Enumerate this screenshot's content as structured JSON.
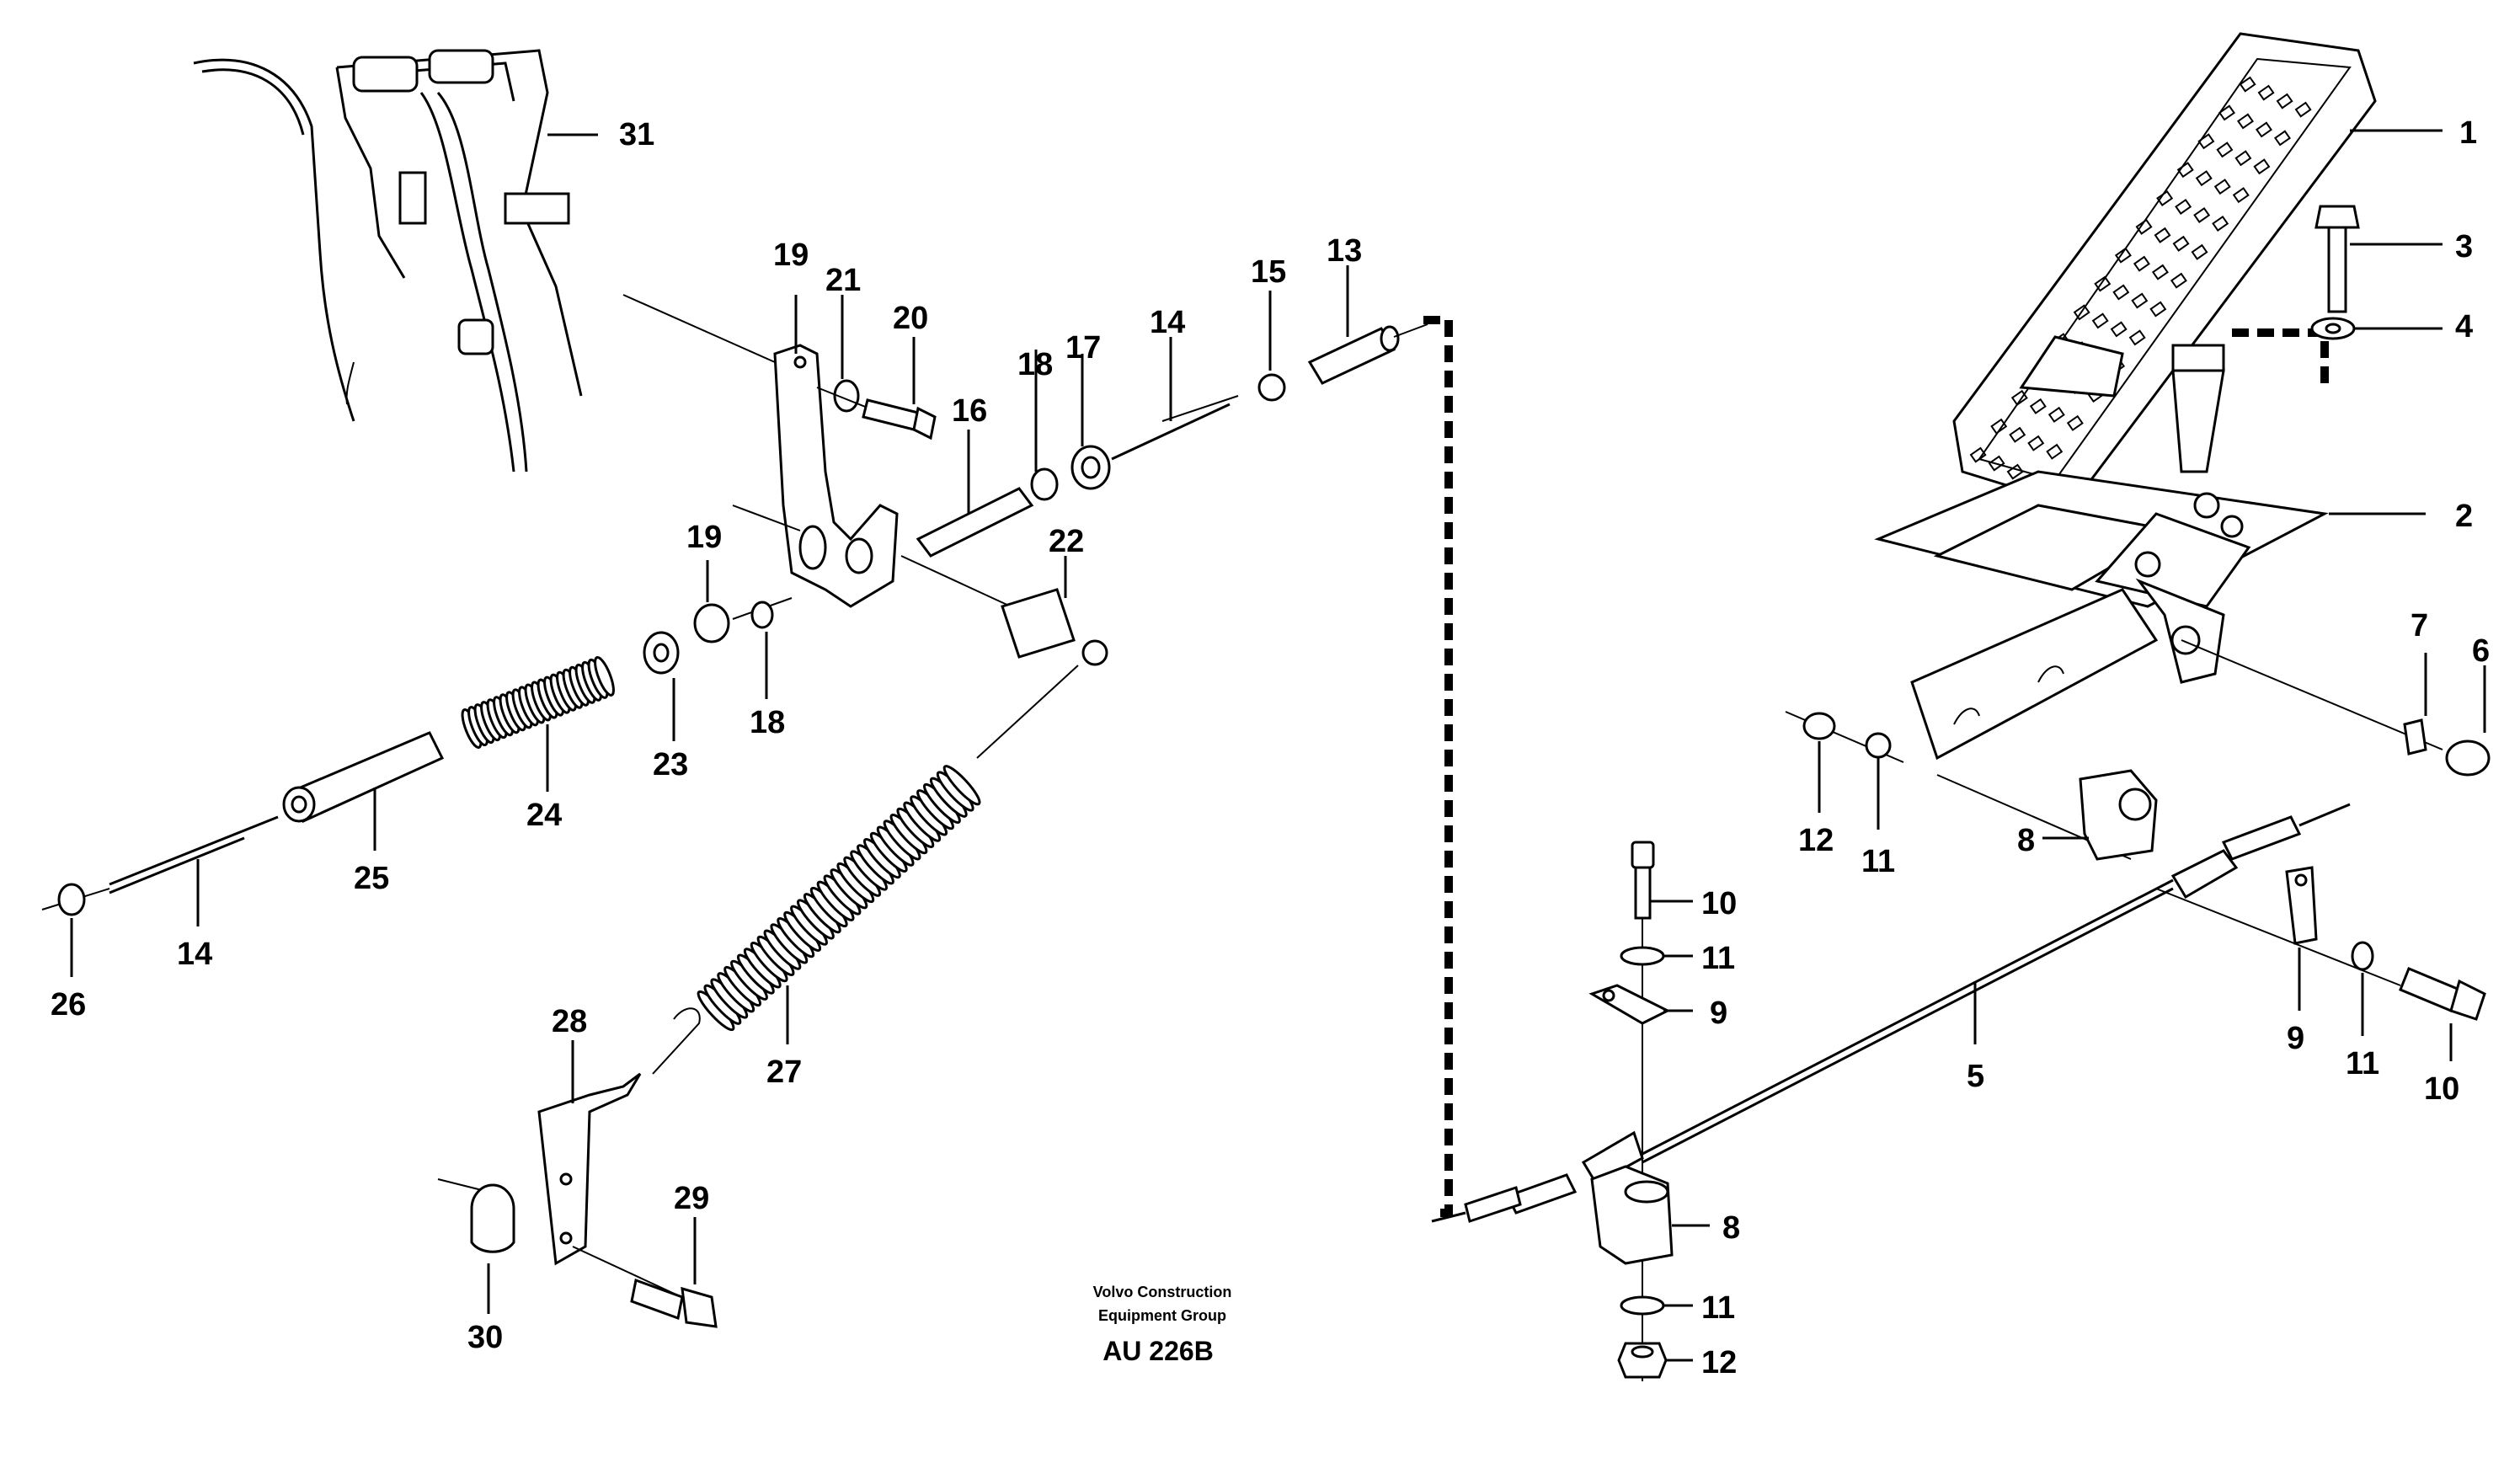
{
  "diagram": {
    "caption_line1": "Volvo Construction",
    "caption_line2": "Equipment Group",
    "code": "AU 226B"
  },
  "labels": {
    "l1": "1",
    "l2": "2",
    "l3": "3",
    "l4": "4",
    "l5": "5",
    "l6": "6",
    "l7": "7",
    "l8a": "8",
    "l8b": "8",
    "l9a": "9",
    "l9b": "9",
    "l10a": "10",
    "l10b": "10",
    "l11a": "11",
    "l11b": "11",
    "l11c": "11",
    "l11d": "11",
    "l12a": "12",
    "l12b": "12",
    "l13": "13",
    "l14a": "14",
    "l14b": "14",
    "l15": "15",
    "l16": "16",
    "l17": "17",
    "l18a": "18",
    "l18b": "18",
    "l19a": "19",
    "l19b": "19",
    "l20": "20",
    "l21": "21",
    "l22": "22",
    "l23": "23",
    "l24": "24",
    "l25": "25",
    "l26": "26",
    "l27": "27",
    "l28": "28",
    "l29": "29",
    "l30": "30",
    "l31": "31"
  },
  "colors": {
    "ink": "#000000",
    "paper": "#ffffff"
  }
}
